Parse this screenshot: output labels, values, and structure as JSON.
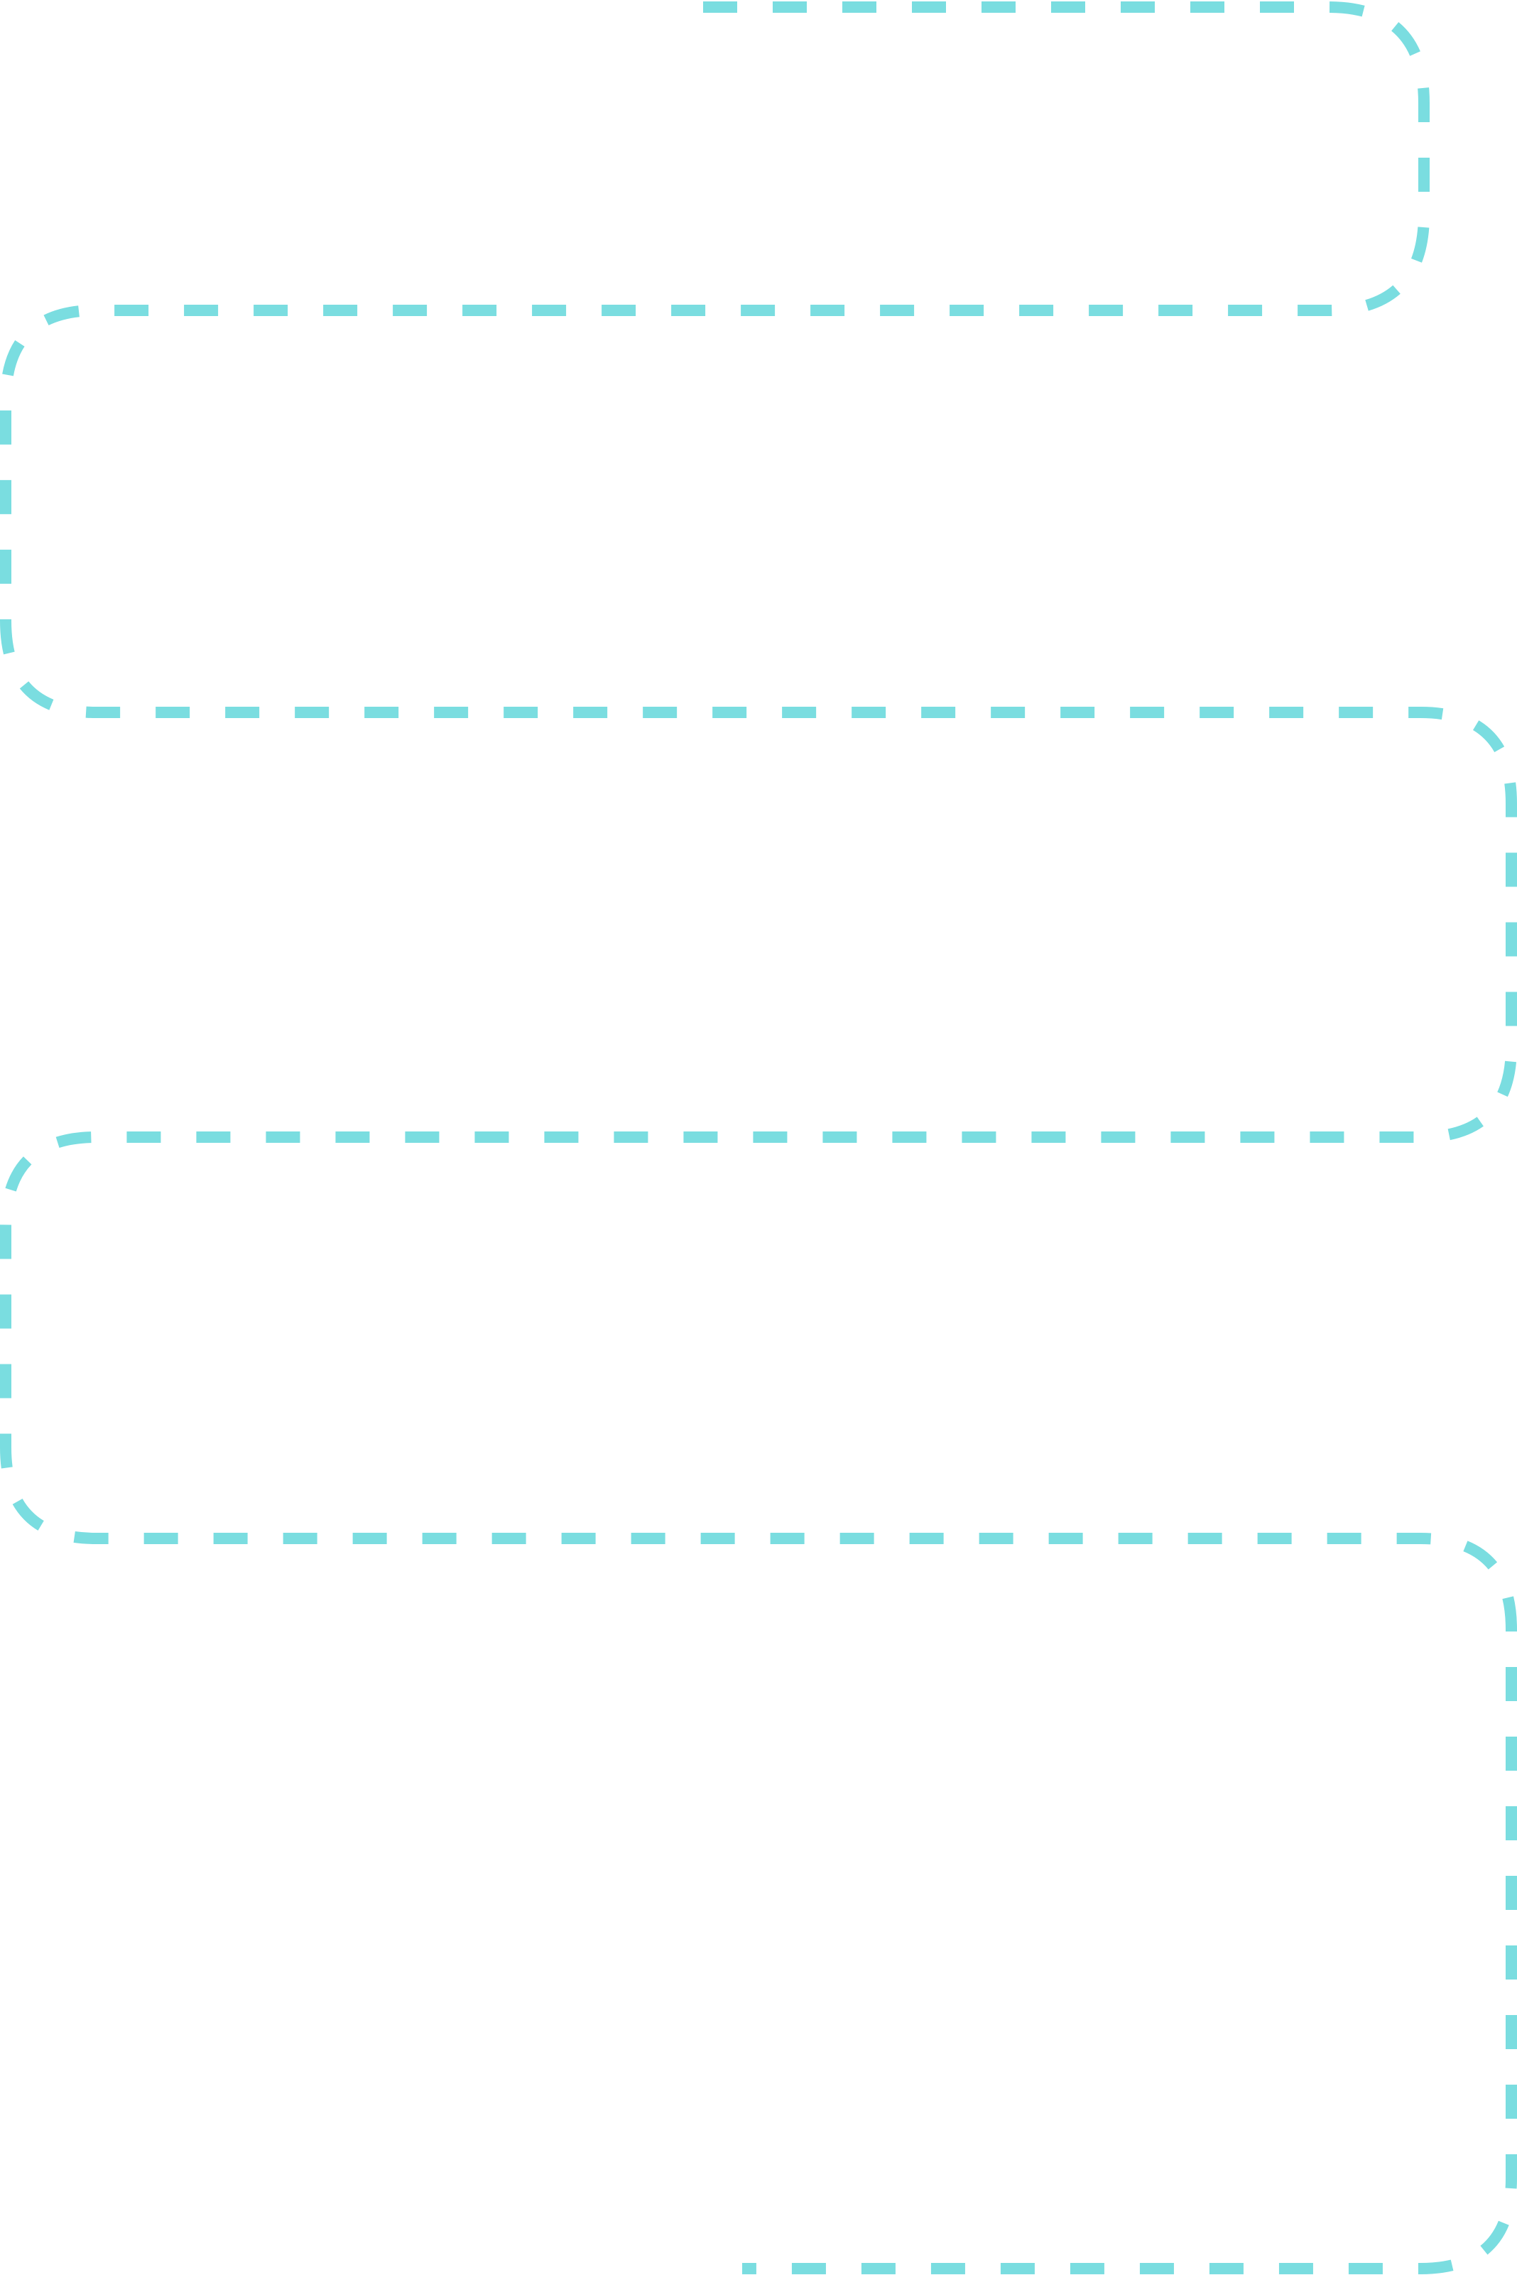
{
  "diagram": {
    "kind": "serpentine-dashed-path",
    "segments_visible": 5,
    "stroke_color": "#7ADDE0",
    "background_color": "#FFFFFF",
    "stroke_style": "dashed",
    "corner_style": "rounded",
    "text": []
  }
}
